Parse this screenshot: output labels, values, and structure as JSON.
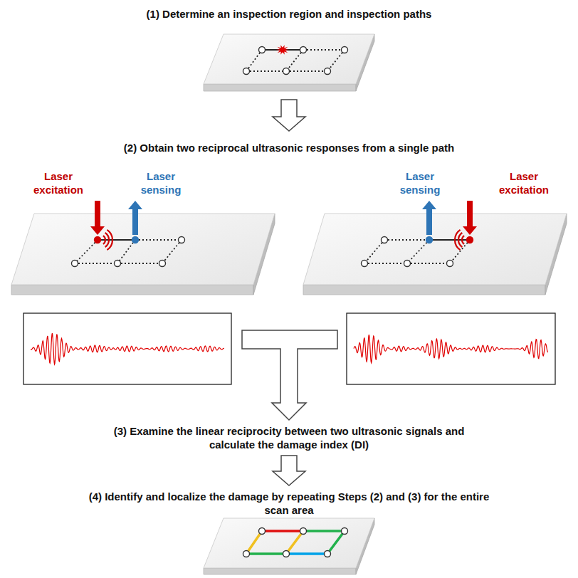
{
  "diagram": {
    "labels": [
      "(1) Determine an inspection region and inspection paths",
      "Laser excitation",
      "Laser sensing",
      "Laser sensing",
      "Laser excitation",
      "(2) Obtain two reciprocal ultrasonic responses from a single path",
      "(3) Examine the linear reciprocity between two ultrasonic signals and calculate the damage index (DI)",
      "(4) Identify and localize the damage by repeating Steps (2) and (3) for the entire scan area"
    ]
  }
}
